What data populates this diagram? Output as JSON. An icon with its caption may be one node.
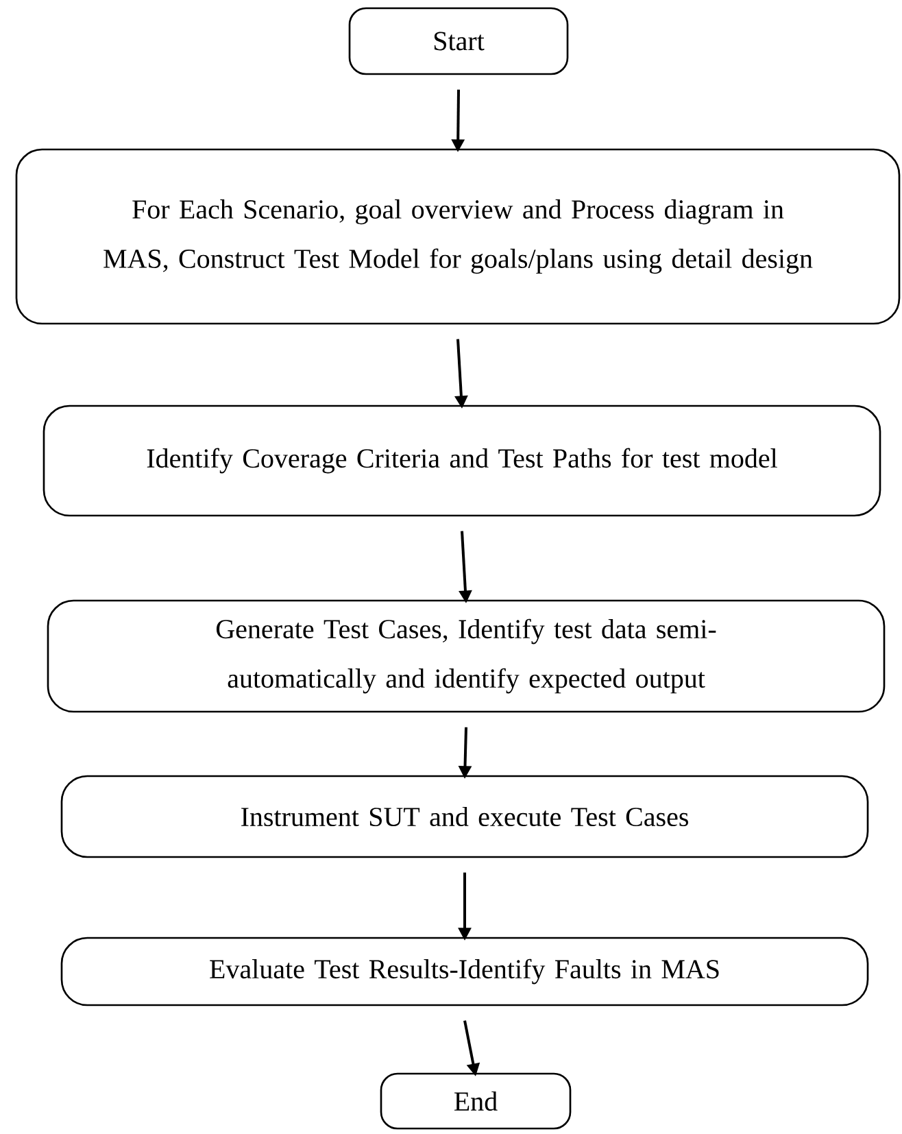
{
  "diagram": {
    "nodes": [
      {
        "text": [
          "Start"
        ]
      },
      {
        "text": [
          "For Each Scenario, goal overview and Process diagram in MAS, Construct Test Model for goals/plans using detail design"
        ]
      },
      {
        "text": [
          "Identify Coverage Criteria and Test Paths for test model"
        ]
      },
      {
        "text": [
          "Generate Test Cases, Identify test data semi-automatically and identify expected output"
        ]
      },
      {
        "text": [
          "Instrument SUT and execute Test Cases"
        ]
      },
      {
        "text": [
          "Evaluate Test Results-Identify Faults in MAS"
        ]
      },
      {
        "text": [
          "End"
        ]
      }
    ],
    "edges": [
      {
        "from": 0,
        "to": 1,
        "arrow": "to"
      },
      {
        "from": 1,
        "to": 2,
        "arrow": "to"
      },
      {
        "from": 2,
        "to": 3,
        "arrow": "to"
      },
      {
        "from": 3,
        "to": 4,
        "arrow": "to"
      },
      {
        "from": 4,
        "to": 5,
        "arrow": "to"
      },
      {
        "from": 5,
        "to": 6,
        "arrow": "to"
      }
    ]
  }
}
